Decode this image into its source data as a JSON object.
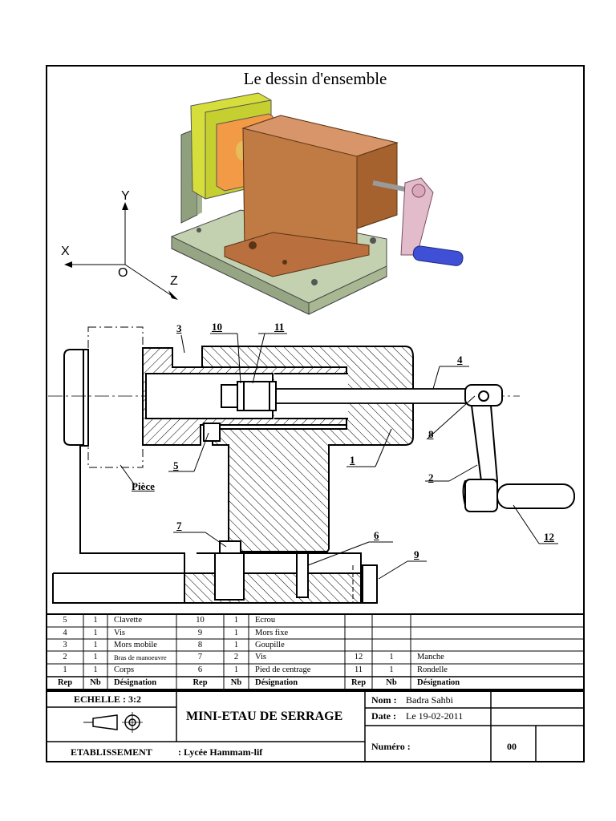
{
  "title": "Le dessin d'ensemble",
  "axes": {
    "x": "X",
    "y": "Y",
    "z": "Z",
    "o": "O"
  },
  "labels": {
    "p1": "1",
    "p2": "2",
    "p3": "3",
    "p4": "4",
    "p5": "5",
    "p6": "6",
    "p7": "7",
    "p8": "8",
    "p9": "9",
    "p10": "10",
    "p11": "11",
    "p12": "12",
    "piece": "Pièce"
  },
  "nomenclature": {
    "rows": [
      [
        "5",
        "1",
        "Clavette",
        "10",
        "1",
        "Ecrou",
        "",
        "",
        ""
      ],
      [
        "4",
        "1",
        "Vis",
        "9",
        "1",
        "Mors fixe",
        "",
        "",
        ""
      ],
      [
        "3",
        "1",
        "Mors mobile",
        "8",
        "1",
        "Goupille",
        "",
        "",
        ""
      ],
      [
        "2",
        "1",
        "Bras de manoeuvre",
        "7",
        "2",
        "Vis",
        "12",
        "1",
        "Manche"
      ],
      [
        "1",
        "1",
        "Corps",
        "6",
        "1",
        "Pied de centrage",
        "11",
        "1",
        "Rondelle"
      ]
    ],
    "header": [
      "Rep",
      "Nb",
      "Désignation",
      "Rep",
      "Nb",
      "Désignation",
      "Rep",
      "Nb",
      "Désignation"
    ]
  },
  "cartouche": {
    "echelle": "ECHELLE : 3:2",
    "title": "MINI-ETAU DE SERRAGE",
    "nom_label": "Nom :",
    "nom": "Badra Sahbi",
    "date_label": "Date :",
    "date": "Le 19-02-2011",
    "etab_label": "ETABLISSEMENT",
    "etab": ": Lycée Hammam-lif",
    "numero_label": "Numéro :",
    "numero": "00"
  },
  "colors": {
    "base": "#b9c9a4",
    "body": "#c07a44",
    "jaw_fixed": "#d6de3c",
    "jaw_pad": "#f29a45",
    "handle": "#e3bccb",
    "grip": "#3f4fd6"
  }
}
